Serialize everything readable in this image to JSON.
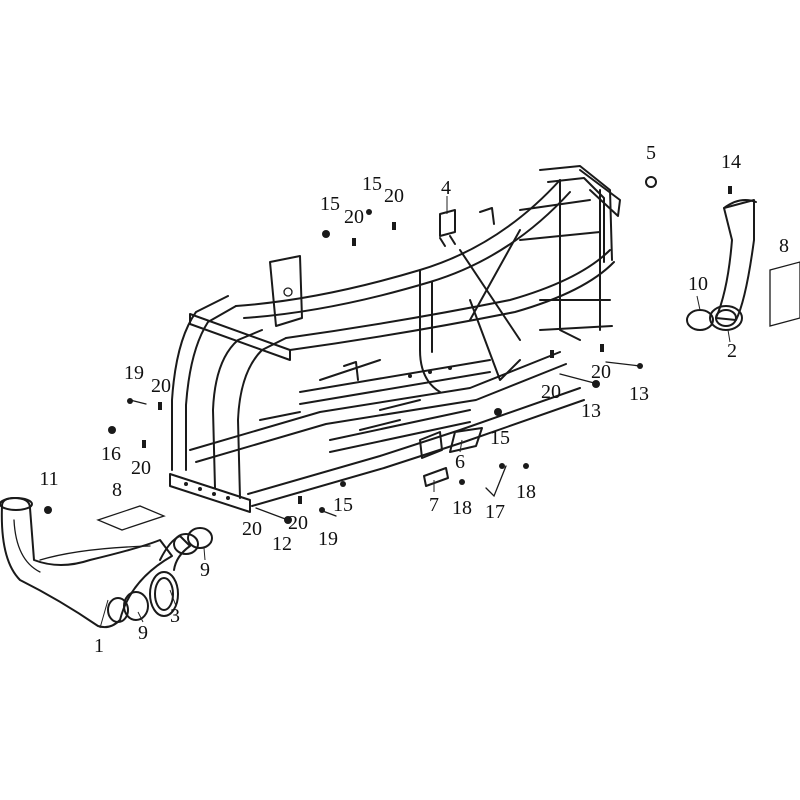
{
  "callouts": {
    "c1": "1",
    "c2": "2",
    "c3": "3",
    "c4": "4",
    "c5": "5",
    "c6": "6",
    "c7": "7",
    "c8a": "8",
    "c8b": "8",
    "c9a": "9",
    "c9b": "9",
    "c10": "10",
    "c11": "11",
    "c12": "12",
    "c13a": "13",
    "c13b": "13",
    "c14": "14",
    "c15a": "15",
    "c15b": "15",
    "c15c": "15",
    "c15d": "15",
    "c16": "16",
    "c17": "17",
    "c18a": "18",
    "c18b": "18",
    "c19a": "19",
    "c19b": "19",
    "c20a": "20",
    "c20b": "20",
    "c20c": "20",
    "c20d": "20",
    "c20e": "20",
    "c20f": "20",
    "c20g": "20",
    "c20h": "20"
  }
}
